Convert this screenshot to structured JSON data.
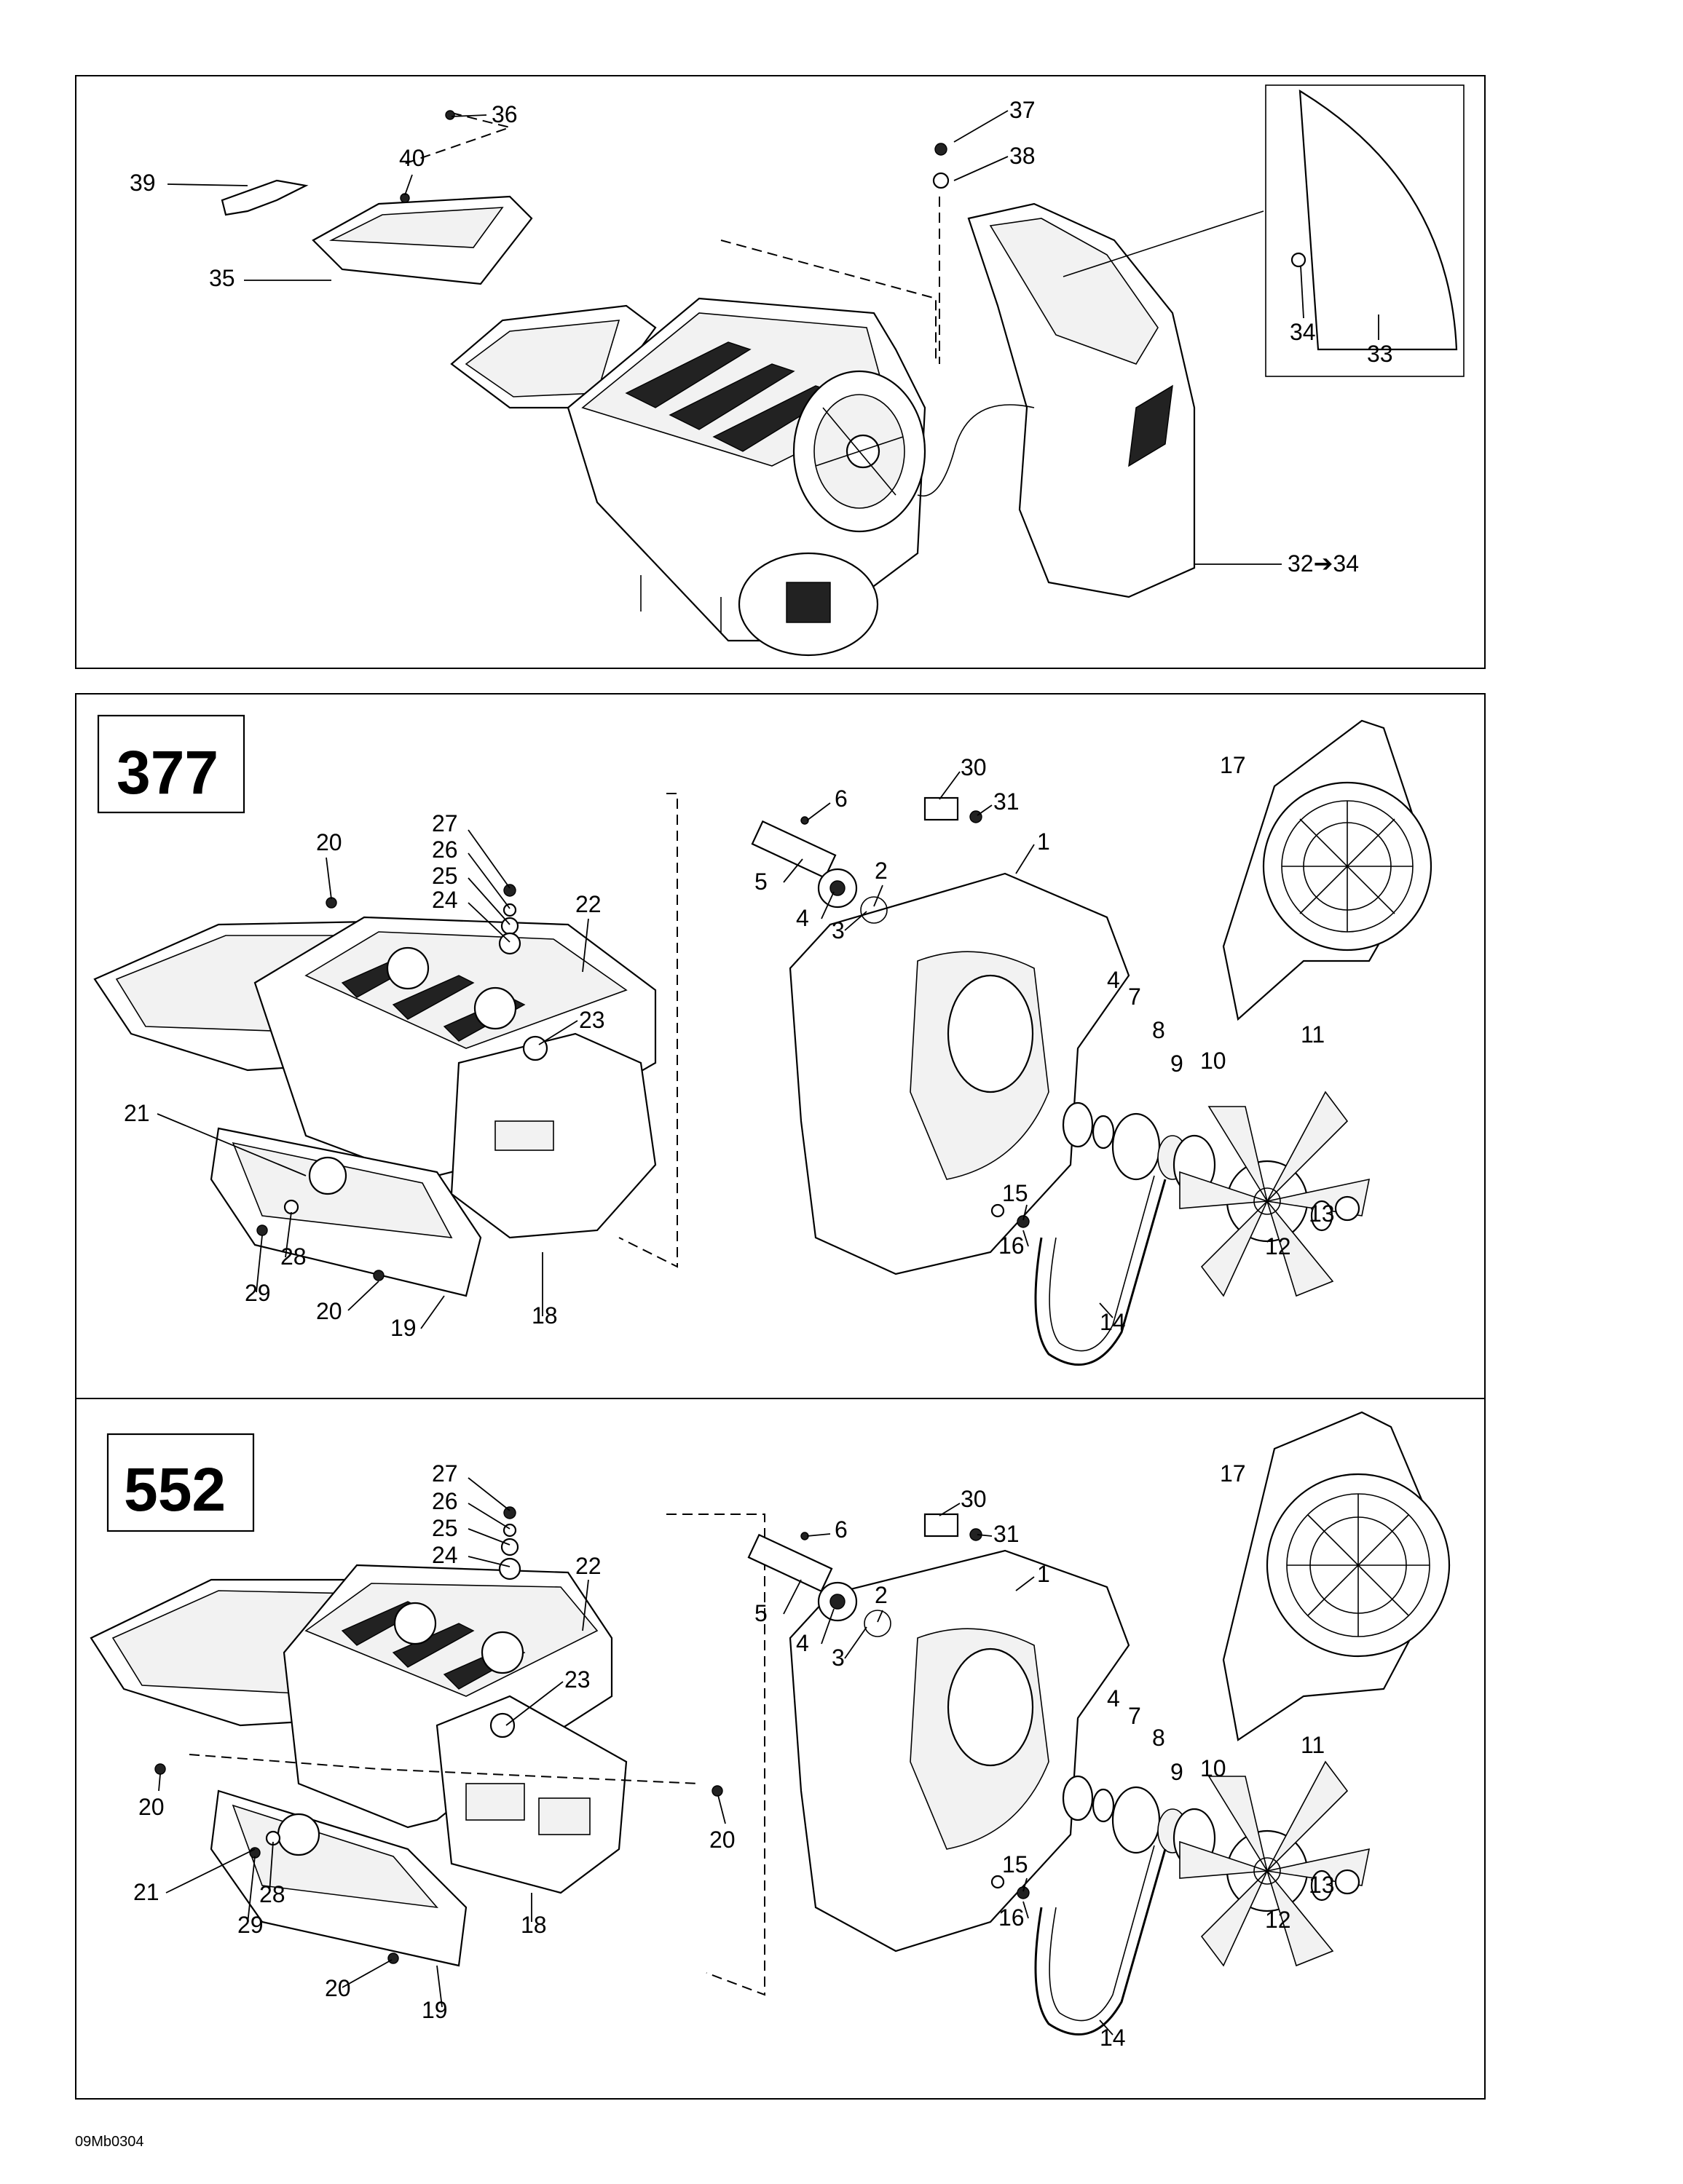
{
  "panels": [
    {
      "id": "top",
      "model_label": ""
    },
    {
      "id": "middle",
      "model_label": "377"
    },
    {
      "id": "bottom",
      "model_label": "552"
    }
  ],
  "callouts": {
    "top": [
      "36",
      "37",
      "38",
      "39",
      "40",
      "35",
      "34",
      "33",
      "32➔34"
    ],
    "middle": [
      "30",
      "6",
      "31",
      "1",
      "17",
      "20",
      "27",
      "26",
      "25",
      "24",
      "22",
      "2",
      "5",
      "4",
      "3",
      "4",
      "7",
      "8",
      "9",
      "10",
      "11",
      "23",
      "21",
      "15",
      "13",
      "16",
      "12",
      "28",
      "29",
      "20",
      "19",
      "18",
      "14"
    ],
    "bottom": [
      "27",
      "26",
      "30",
      "6",
      "31",
      "1",
      "17",
      "25",
      "24",
      "22",
      "2",
      "5",
      "4",
      "3",
      "23",
      "4",
      "7",
      "8",
      "9",
      "10",
      "11",
      "20",
      "20",
      "21",
      "28",
      "29",
      "15",
      "13",
      "16",
      "12",
      "18",
      "20",
      "19",
      "14"
    ]
  },
  "footer_code": "09Mb0304",
  "icons": {
    "arrow": "right-arrow-icon"
  }
}
